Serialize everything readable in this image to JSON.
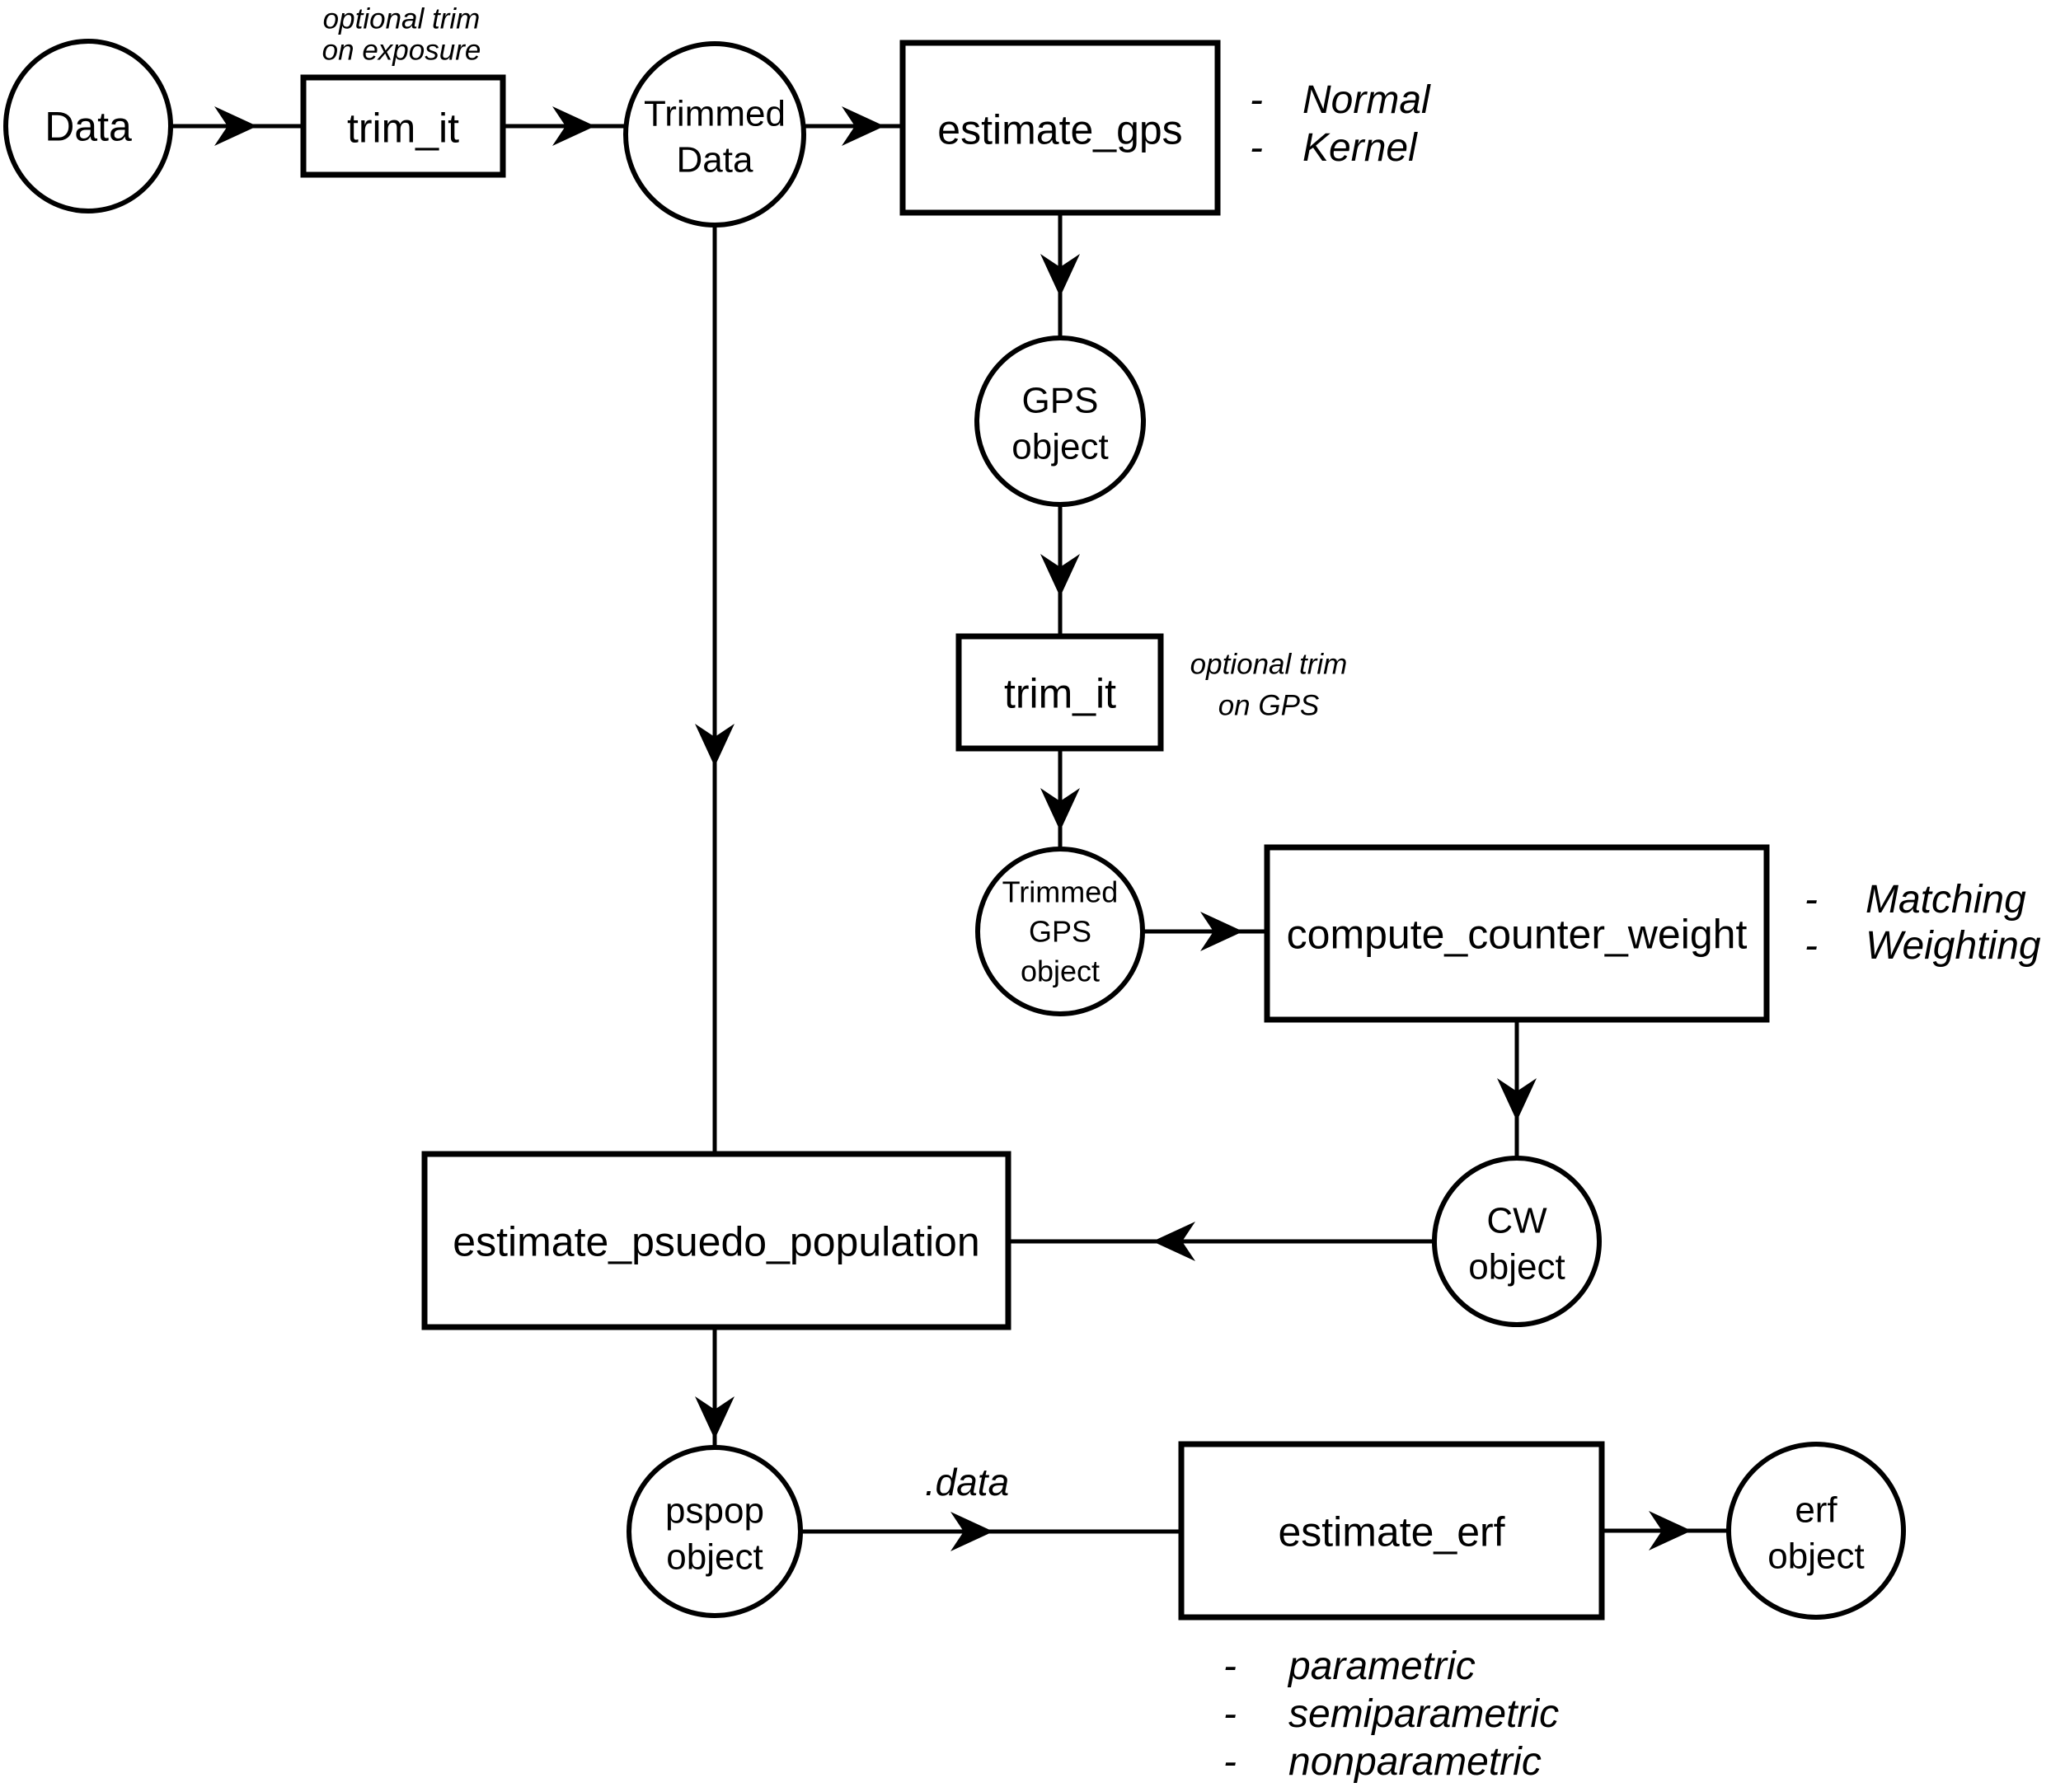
{
  "diagram": {
    "nodes": {
      "data": "Data",
      "trim_it_exposure": "trim_it",
      "trimmed_data": [
        "Trimmed",
        "Data"
      ],
      "estimate_gps": "estimate_gps",
      "gps_object": [
        "GPS",
        "object"
      ],
      "trim_it_gps": "trim_it",
      "trimmed_gps_object": [
        "Trimmed",
        "GPS",
        "object"
      ],
      "compute_counter_weight": "compute_counter_weight",
      "cw_object": [
        "CW",
        "object"
      ],
      "estimate_psuedo_population": "estimate_psuedo_population",
      "pspop_object": [
        "pspop",
        "object"
      ],
      "estimate_erf": "estimate_erf",
      "erf_object": [
        "erf",
        "object"
      ]
    },
    "annotations": {
      "dash": "-",
      "trim_exposure_note": [
        "optional trim",
        "on exposure"
      ],
      "trim_gps_note": [
        "optional trim",
        "on GPS"
      ],
      "gps_methods": [
        "Normal",
        "Kernel"
      ],
      "cw_methods": [
        "Matching",
        "Weighting"
      ],
      "erf_methods": [
        "parametric",
        "semiparametric",
        "nonparametric"
      ],
      "pspop_edge_label": ".data"
    },
    "colors": {
      "line": "#000000",
      "background": "#ffffff",
      "text": "#000000"
    }
  }
}
